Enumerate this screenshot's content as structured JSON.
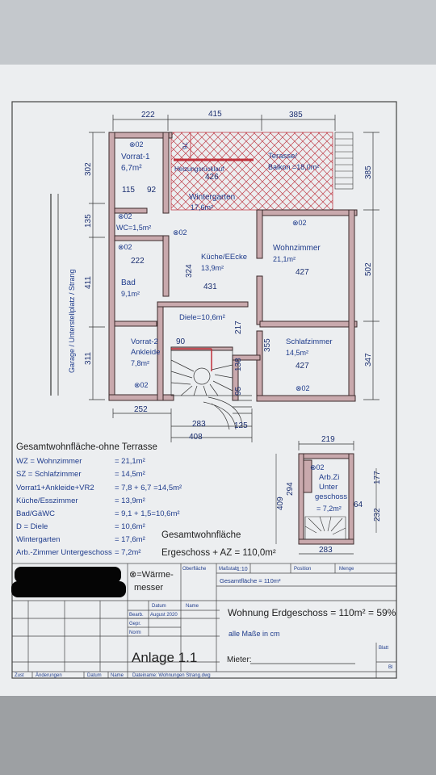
{
  "plan": {
    "top_dims": [
      "222",
      "415",
      "385"
    ],
    "side_dims_left": [
      "302",
      "135",
      "411",
      "311"
    ],
    "side_dims_right": [
      "385",
      "502",
      "347"
    ],
    "garage_label": "Garage / Unterstellplatz / Strang",
    "rooms": {
      "vorrat1_name": "Vorrat-1",
      "vorrat1_area": "6,7m²",
      "heizung": "Heizungsrücklauf",
      "dim_426": "426",
      "dim_76": "76",
      "terrasse_name": "Terasse/",
      "terrasse_area": "Balkon =18,0m²",
      "dim_115": "115",
      "dim_92": "92",
      "wintergarten_name": "Wintergarten",
      "wintergarten_area": "17,6m²",
      "wc": "WC=1,5m²",
      "dim_222": "222",
      "kueche_name": "Küche/EEcke",
      "kueche_area": "13,9m²",
      "wohnzimmer_name": "Wohnzimmer",
      "wohnzimmer_area": "21,1m²",
      "dim_427a": "427",
      "bad_name": "Bad",
      "bad_area": "9,1m²",
      "dim_324": "324",
      "dim_431": "431",
      "diele": "Diele=10,6m²",
      "dim_217": "217",
      "dim_355": "355",
      "vorrat2_name": "Vorrat-2",
      "vorrat2_sub": "Ankleide",
      "vorrat2_area": "7,8m²",
      "dim_90": "90",
      "dim_138": "138",
      "schlafzimmer_name": "Schlafzimmer",
      "schlafzimmer_area": "14,5m²",
      "dim_427b": "427",
      "dim_95": "95",
      "bottom_252": "252",
      "bottom_283": "283",
      "bottom_125": "125",
      "bottom_408": "408"
    },
    "meter": "⊗02"
  },
  "summary": {
    "title": "Gesamtwohnfläche-ohne Terrasse",
    "rows": [
      {
        "label": "WZ = Wohnzimmer",
        "value": "= 21,1m²"
      },
      {
        "label": "SZ = Schlafzimmer",
        "value": "= 14,5m²"
      },
      {
        "label": "Vorrat1+Ankleide+VR2",
        "value": "= 7,8 + 6,7 =14,5m²"
      },
      {
        "label": "Küche/Esszimmer",
        "value": "= 13,9m²"
      },
      {
        "label": "Bad/GäWC",
        "value": "= 9,1 + 1,5=10,6m²"
      },
      {
        "label": "D = Diele",
        "value": "= 10,6m²"
      },
      {
        "label": "Wintergarten",
        "value": "= 17,6m²"
      },
      {
        "label": "Arb.-Zimmer Untergeschoss",
        "value": "= 7,2m²"
      }
    ],
    "total_line1": "Gesamtwohnfläche",
    "total_line2": "Ergeschoss + AZ = 110,0m²"
  },
  "basement": {
    "dim_top": "219",
    "dim_left_outer": "409",
    "dim_left_inner": "294",
    "dim_right_1": "177",
    "dim_right_2": "232",
    "dim_64": "64",
    "dim_bottom": "283",
    "room_line1": "Arb.Zi",
    "room_line2": "Unter",
    "room_line3": "geschoss",
    "room_area": "= 7,2m²",
    "meter": "⊗02"
  },
  "titleblock": {
    "legend": "⊗=Wärme-",
    "legend2": "messer",
    "oberflaeche": "Oberfläche",
    "massstab_label": "Maßstab",
    "massstab_value": "1:10",
    "position": "Position",
    "menge": "Menge",
    "gesamtflaeche": "Gesamtfläche = 110m²",
    "datum": "Datum",
    "name": "Name",
    "bearb": "Bearb.",
    "bearb_date": "August 2020",
    "gepr": "Gepr.",
    "norm": "Norm",
    "main_title": "Wohnung Erdgeschoss = 110m² = 59%",
    "subtitle": "alle Maße in cm",
    "anlage": "Anlage 1.1",
    "mieter": "Mieter:",
    "blatt": "Blatt",
    "bl": "Bl",
    "zust": "Zust",
    "aenderungen": "Änderungen",
    "datum2": "Datum",
    "name2": "Name",
    "dateiname": "Dateiname: Wohnungen Strang.dwg"
  }
}
